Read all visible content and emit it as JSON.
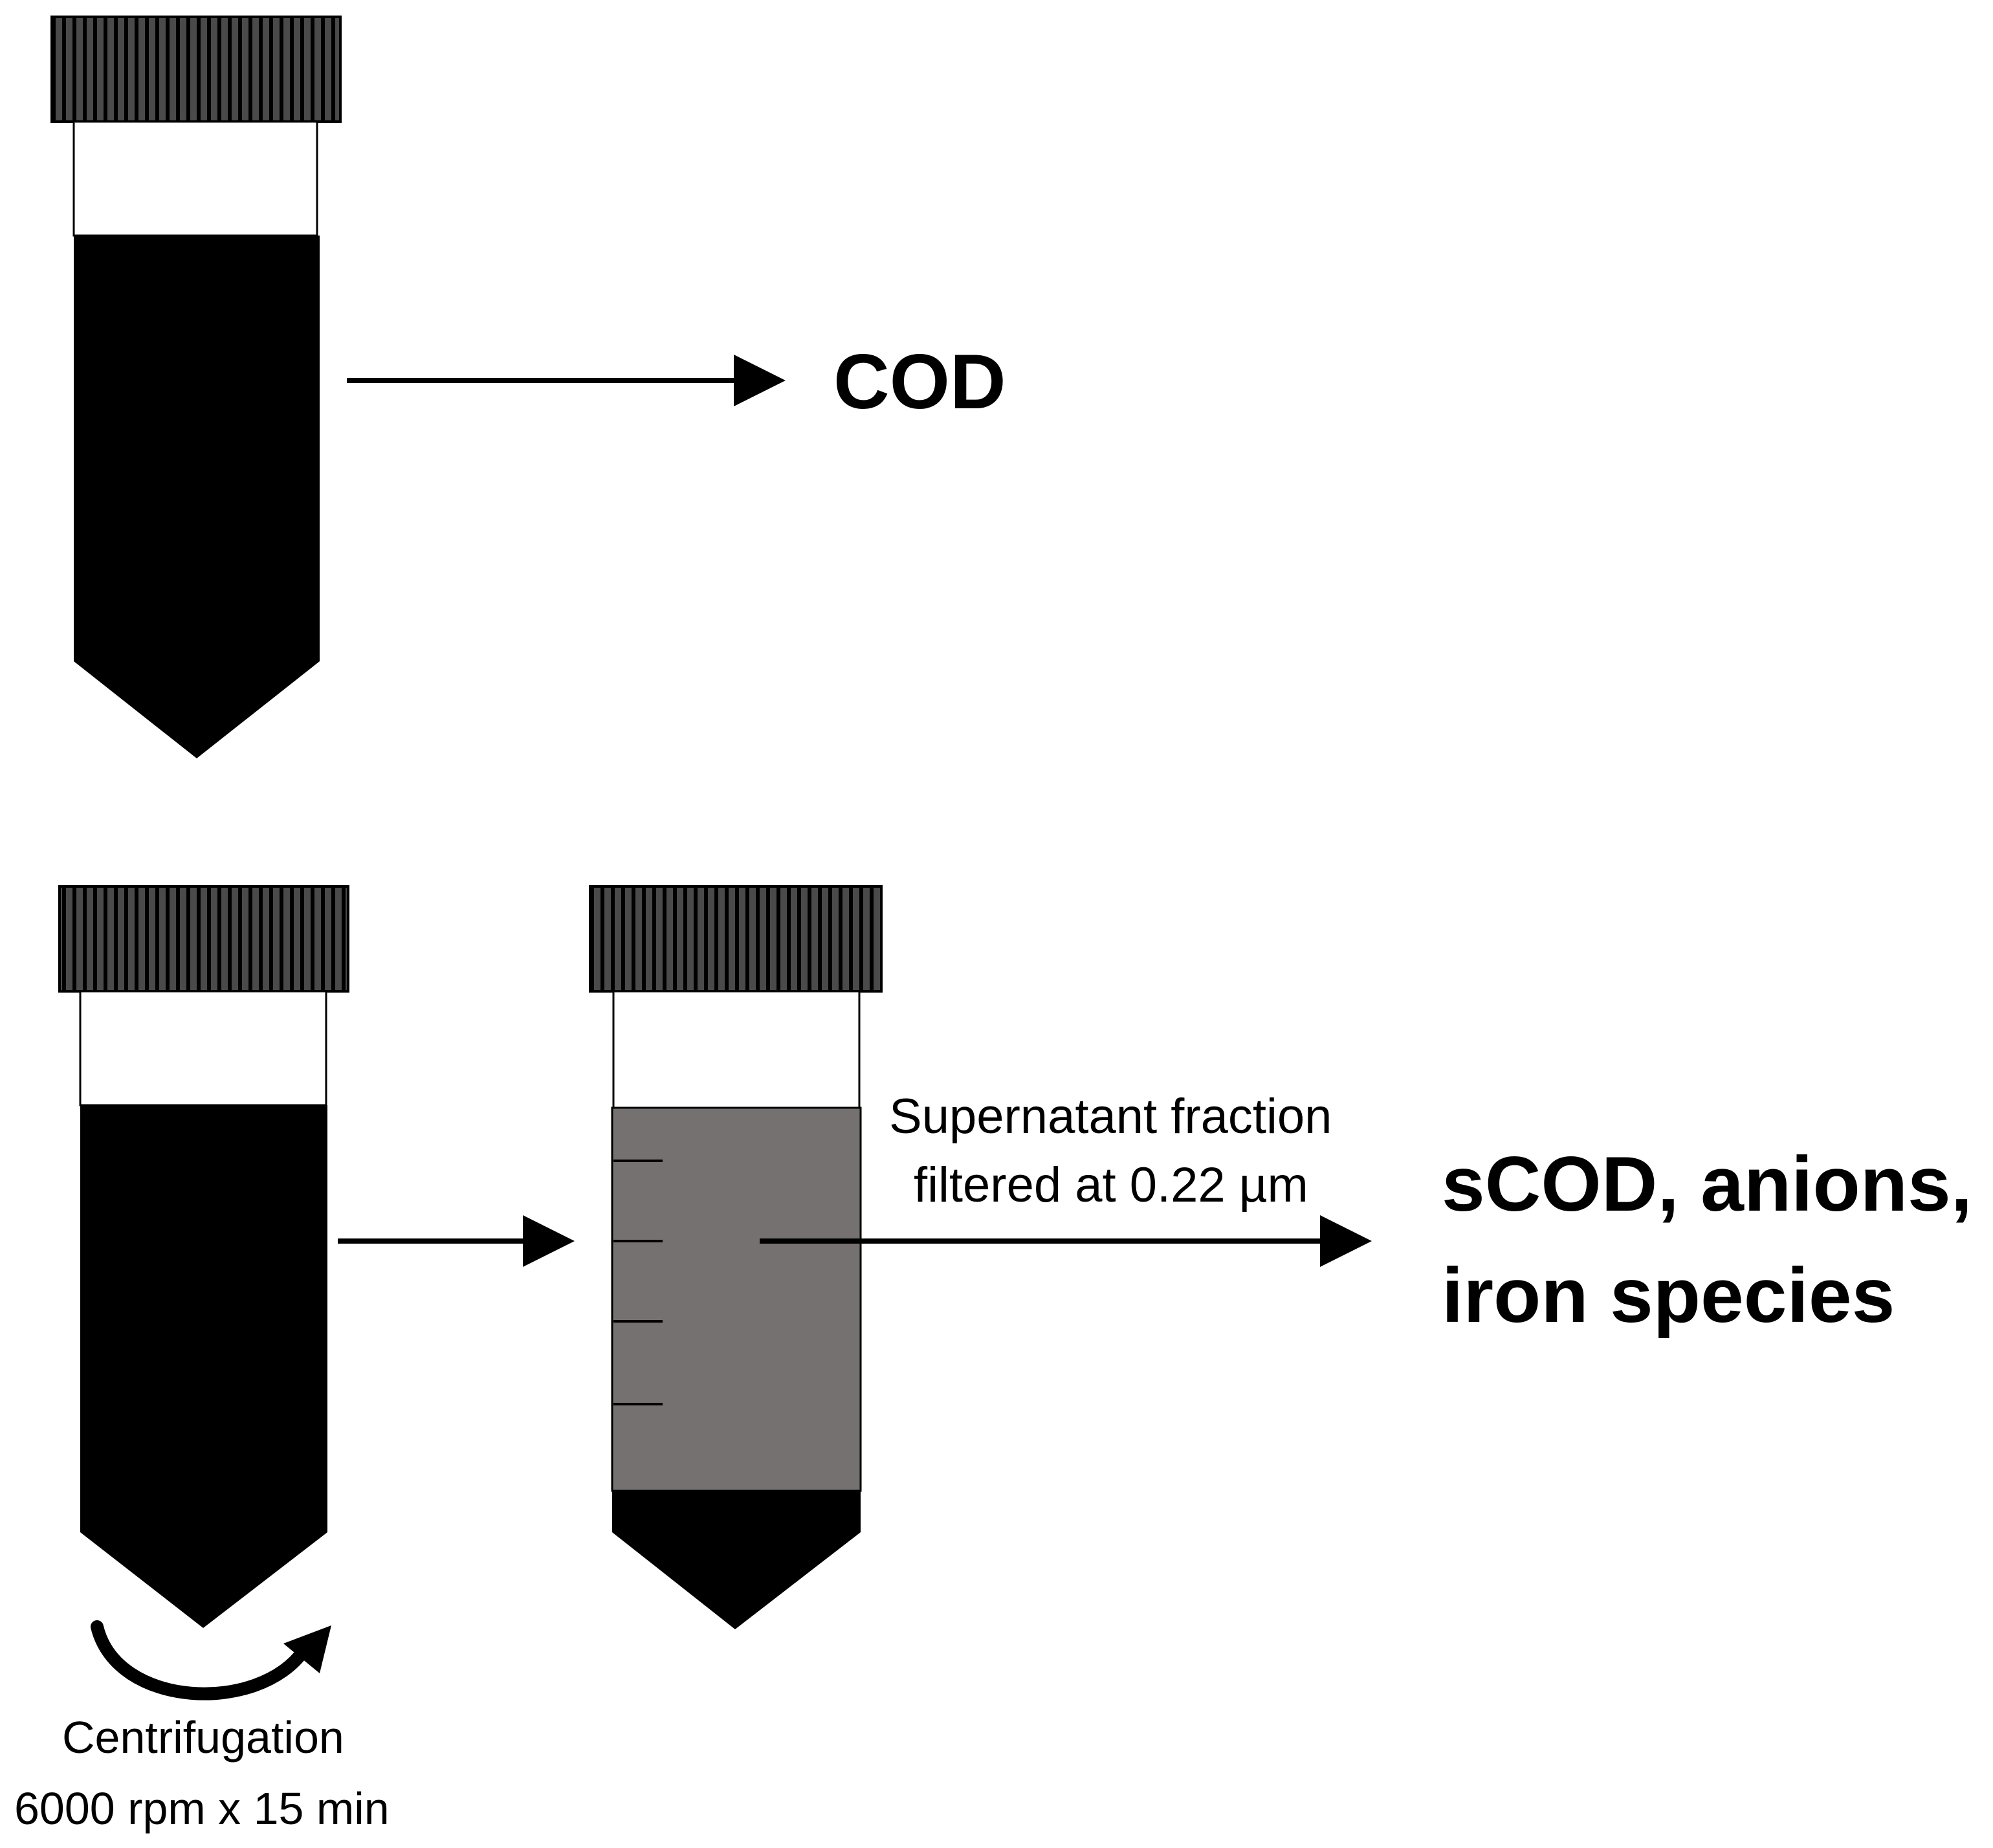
{
  "colors": {
    "sample": "#000000",
    "supernatant": "#767171",
    "cap_base": "#4a4a4a",
    "cap_ridge": "#000000",
    "tube_outline": "#000000",
    "background": "#ffffff"
  },
  "icons": {
    "tube_whole_sample": "conical-tube-icon",
    "tube_before_centrifugation": "conical-tube-icon",
    "tube_after_centrifugation": "conical-tube-with-pellet-icon",
    "rotation_arrow": "curved-arrow-icon"
  },
  "labels": {
    "whole_sample_result": "COD",
    "supernatant_line1": "Supernatant fraction",
    "supernatant_line2": "filtered at 0.22 µm",
    "filtered_result_line1": "sCOD, anions,",
    "filtered_result_line2": "iron species",
    "centrifugation_line1": "Centrifugation",
    "centrifugation_line2": "6000 rpm x 15 min"
  }
}
